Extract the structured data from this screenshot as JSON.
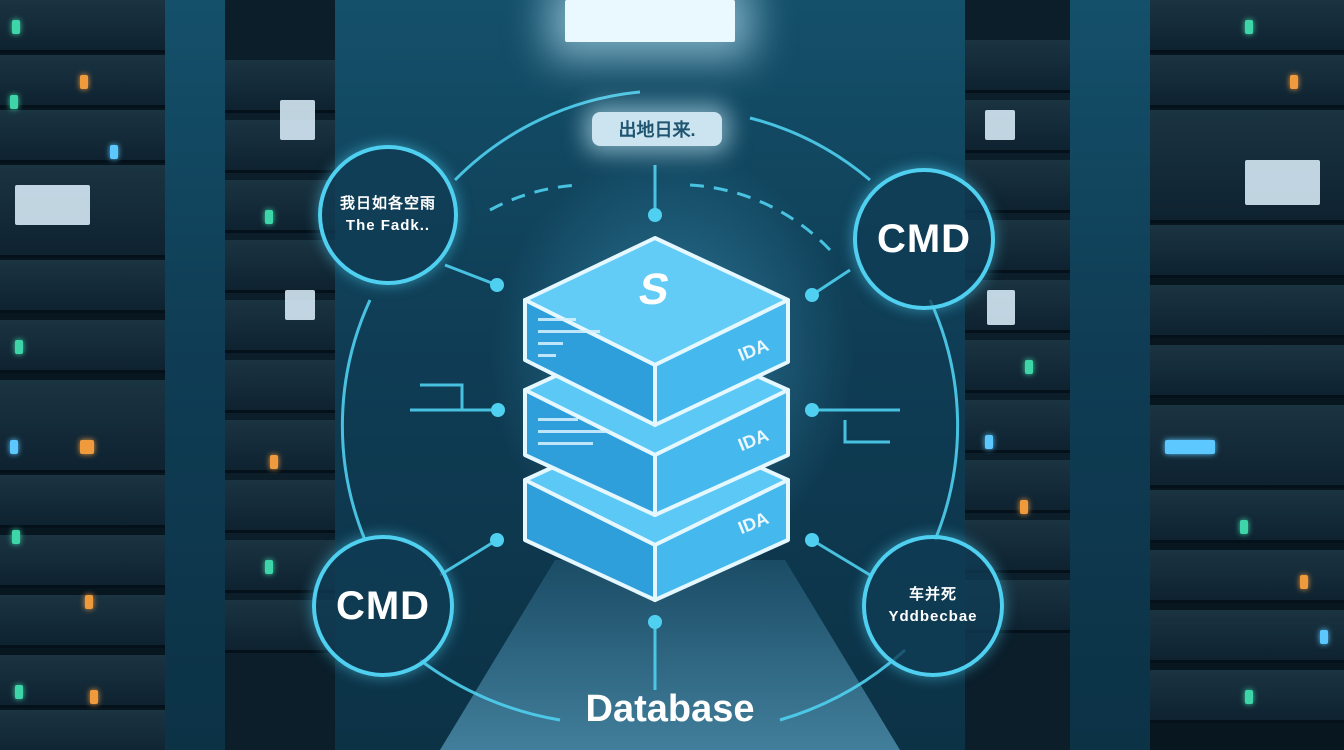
{
  "scene": {
    "description": "Data center aisle with central stacked database icon and surrounding connection nodes",
    "colors": {
      "accent": "#4fd0f0",
      "db_face": "#3fb3ea",
      "db_top": "#5cc8f5",
      "background": "#0f3d55"
    }
  },
  "top_label": {
    "text": "出地日来."
  },
  "nodes": [
    {
      "id": "top-left",
      "line1": "我日如各空雨",
      "line2": "The Fadk.."
    },
    {
      "id": "top-right",
      "text": "CMD"
    },
    {
      "id": "bottom-left",
      "text": "CMD"
    },
    {
      "id": "bottom-right",
      "line1": "车并死",
      "line2": "Yddbecbae"
    }
  ],
  "database_stack": {
    "logo": "S",
    "layers": [
      {
        "side_label": "IDA"
      },
      {
        "side_label": "IDA"
      },
      {
        "side_label": "IDA"
      }
    ]
  },
  "bottom_label": {
    "text": "Database"
  }
}
